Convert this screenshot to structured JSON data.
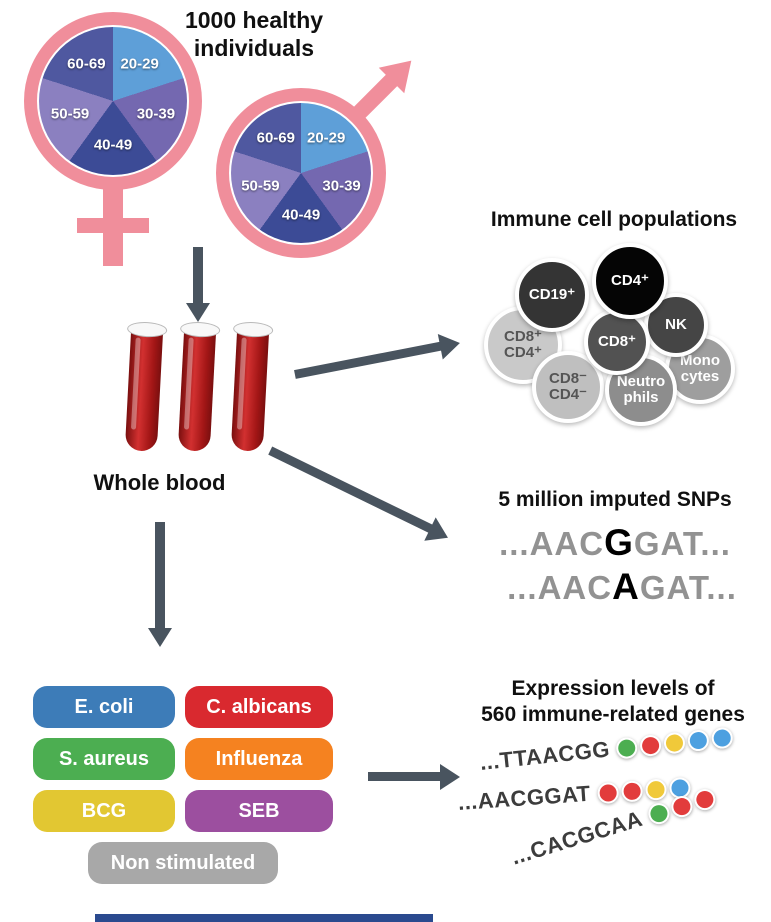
{
  "cohort": {
    "title_line1": "1000 healthy",
    "title_line2": "individuals"
  },
  "age_pie": {
    "segments": [
      {
        "label": "20-29",
        "color": "#5e9fd8"
      },
      {
        "label": "30-39",
        "color": "#7468b0"
      },
      {
        "label": "40-49",
        "color": "#3c4b96"
      },
      {
        "label": "50-59",
        "color": "#8b80c0"
      },
      {
        "label": "60-69",
        "color": "#4f58a0"
      }
    ]
  },
  "blood": {
    "label": "Whole blood"
  },
  "immune": {
    "title": "Immune cell populations",
    "cells": [
      {
        "label": "CD19⁺",
        "color": "#343434",
        "text": "#ffffff"
      },
      {
        "label": "CD4⁺",
        "color": "#050505",
        "text": "#ffffff"
      },
      {
        "label": "NK",
        "color": "#454545",
        "text": "#ffffff"
      },
      {
        "label": "CD8⁺",
        "color": "#525252",
        "text": "#ffffff"
      },
      {
        "label": "CD8⁺\nCD4⁺",
        "color": "#c9c9c9",
        "text": "#555555"
      },
      {
        "label": "CD8⁻\nCD4⁻",
        "color": "#bfbfbf",
        "text": "#555555"
      },
      {
        "label": "Neutro\nphils",
        "color": "#8d8d8d",
        "text": "#ffffff"
      },
      {
        "label": "Mono\ncytes",
        "color": "#9e9e9e",
        "text": "#ffffff"
      }
    ]
  },
  "snps": {
    "title": "5 million imputed SNPs",
    "seq1": {
      "pre": "...AAC",
      "highlight": "G",
      "post": "GAT..."
    },
    "seq2": {
      "pre": "...AAC",
      "highlight": "A",
      "post": "GAT..."
    }
  },
  "stimuli": {
    "items": [
      {
        "label": "E. coli",
        "color": "#3d7cb8"
      },
      {
        "label": "C. albicans",
        "color": "#d9292f"
      },
      {
        "label": "S. aureus",
        "color": "#4cae51"
      },
      {
        "label": "Influenza",
        "color": "#f58220"
      },
      {
        "label": "BCG",
        "color": "#e2c732"
      },
      {
        "label": "SEB",
        "color": "#9c4f9f"
      },
      {
        "label": "Non stimulated",
        "color": "#a8a8a8"
      }
    ]
  },
  "expression": {
    "title_line1": "Expression levels of",
    "title_line2": "560 immune-related genes",
    "rows": [
      {
        "sequence": "...TTAACGG",
        "beads": [
          "#4cae51",
          "#e23c3c",
          "#f0c93a",
          "#4da0e0",
          "#4da0e0"
        ]
      },
      {
        "sequence": "...AACGGAT",
        "beads": [
          "#e23c3c",
          "#e23c3c",
          "#f0c93a",
          "#4da0e0"
        ]
      },
      {
        "sequence": "...CACGCAA",
        "beads": [
          "#4cae51",
          "#e23c3c",
          "#e23c3c"
        ]
      }
    ]
  },
  "palette": {
    "pink": "#f08e9b",
    "arrow": "#49545f",
    "bar": "#2a4a8f"
  }
}
